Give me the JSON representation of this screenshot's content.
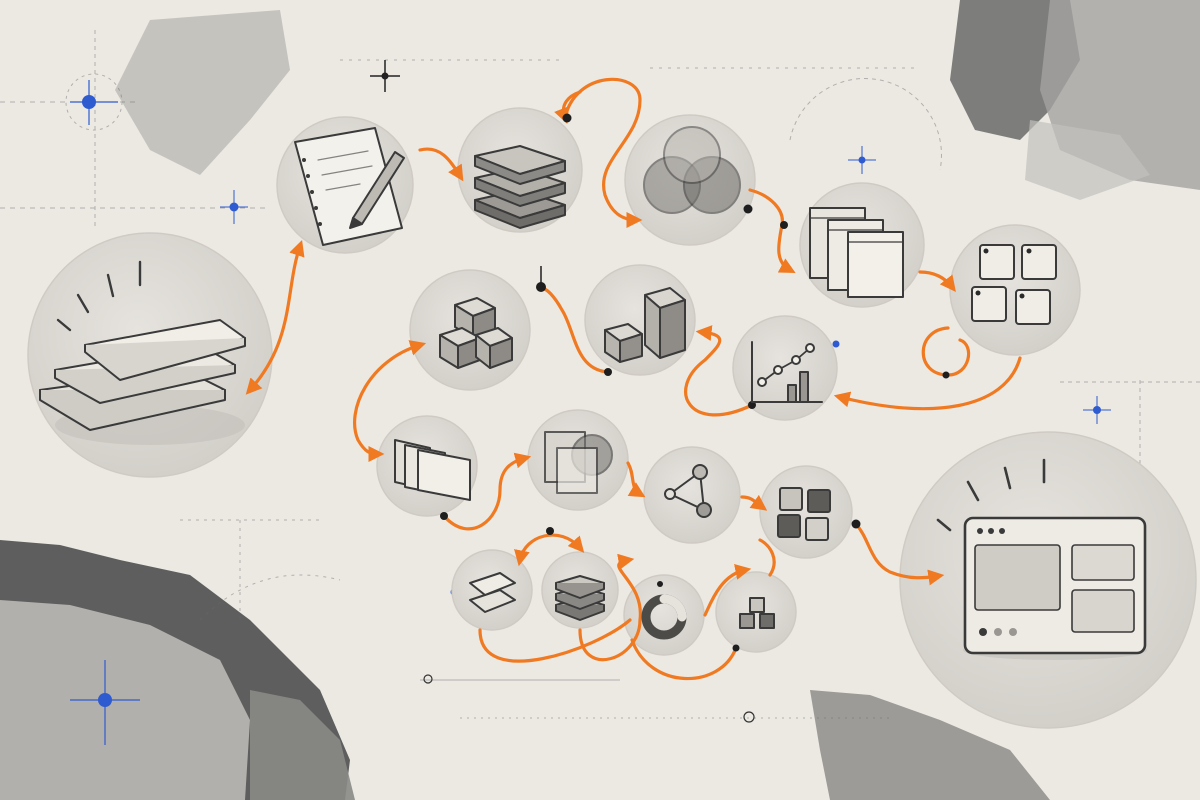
{
  "palette": {
    "paper": "#ece9e3",
    "node_fill": "#dcd9d3",
    "node_edge": "#cfcbc4",
    "sketch": "#3a3a3a",
    "accent_orange": "#f07a22",
    "marker_blue": "#2f5bd0",
    "torn_dark": "#5c5c5c",
    "torn_light": "#a9a7a3"
  },
  "nodes": [
    {
      "id": "start",
      "icon": "stacked-sheets-icon"
    },
    {
      "id": "n1",
      "icon": "notepad-pencil-icon"
    },
    {
      "id": "n2",
      "icon": "layer-stack-icon"
    },
    {
      "id": "n3",
      "icon": "venn-circles-icon"
    },
    {
      "id": "n4",
      "icon": "window-panels-icon"
    },
    {
      "id": "n5",
      "icon": "four-tiles-icon"
    },
    {
      "id": "n6",
      "icon": "line-bar-chart-icon"
    },
    {
      "id": "n7",
      "icon": "cube-block-icon"
    },
    {
      "id": "n8",
      "icon": "cube-cluster-icon"
    },
    {
      "id": "n9",
      "icon": "card-stack-icon"
    },
    {
      "id": "n10",
      "icon": "overlap-shapes-icon"
    },
    {
      "id": "n11",
      "icon": "network-graph-icon"
    },
    {
      "id": "n12",
      "icon": "tile-grid-icon"
    },
    {
      "id": "n13",
      "icon": "small-sheets-icon"
    },
    {
      "id": "n14",
      "icon": "small-stack-icon"
    },
    {
      "id": "n15",
      "icon": "donut-ring-icon"
    },
    {
      "id": "n16",
      "icon": "small-cubes-icon"
    },
    {
      "id": "end",
      "icon": "dashboard-window-icon"
    }
  ],
  "flow": [
    "start",
    "n1",
    "n2",
    "n3",
    "n4",
    "n5",
    "n6",
    "n7",
    "n8",
    "n9",
    "n10",
    "n11",
    "n12",
    "end"
  ],
  "sub_flow": [
    "n13",
    "n14",
    "n15",
    "n16"
  ]
}
